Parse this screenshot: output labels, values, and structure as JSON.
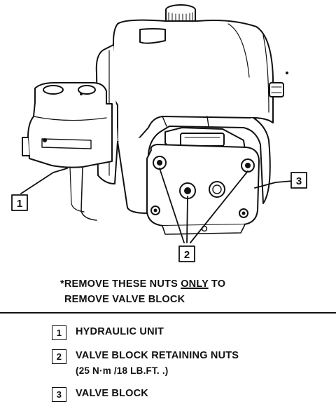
{
  "callouts": [
    "1",
    "2",
    "3"
  ],
  "note": {
    "line1_pre": "*REMOVE THESE NUTS ",
    "line1_emphasis": "ONLY",
    "line1_post": " TO",
    "line2": "REMOVE VALVE BLOCK"
  },
  "legend": [
    {
      "number": "1",
      "label": "HYDRAULIC UNIT",
      "sub": ""
    },
    {
      "number": "2",
      "label": "VALVE BLOCK RETAINING NUTS",
      "sub": "(25 N·m /18  LB.FT. .)"
    },
    {
      "number": "3",
      "label": "VALVE BLOCK",
      "sub": ""
    }
  ],
  "colors": {
    "ink": "#111111",
    "paper": "#ffffff"
  }
}
